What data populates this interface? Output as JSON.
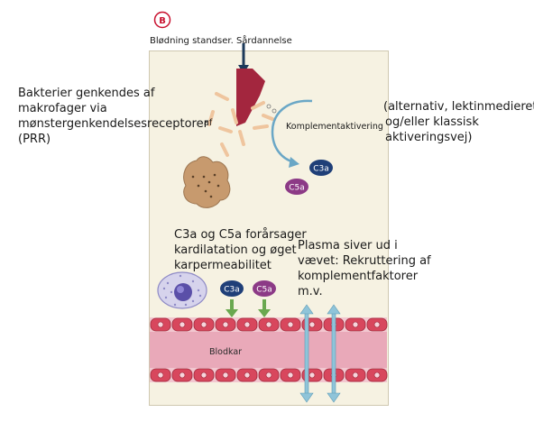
{
  "figure": {
    "panel_letter": "B",
    "title": "Blødning standser. Sårdannelse",
    "labels": {
      "bacteria": [
        "Bakterier genkendes af",
        "makrofager via",
        "mønstergenkendelsesreceptorer",
        "(PRR)"
      ],
      "bacteria_fragment": "af",
      "complement_activation": "Komplementaktivering",
      "pathways": [
        "(alternativ, lektinmedieret,",
        "og/eller klassisk",
        "aktiveringsvej)"
      ],
      "c3a_c5a_effect": [
        "C3a og C5a forårsager",
        "kardilatation og øget",
        "karpermeabilitet"
      ],
      "plasma": [
        "Plasma siver ud i",
        "vævet: Rekruttering af",
        "komplementfaktorer",
        "m.v."
      ],
      "blood_vessel": "Blodkar"
    },
    "molecules": {
      "c3a": "C3a",
      "c5a": "C5a"
    },
    "colors": {
      "background": "#f6f2e2",
      "wound": "#a3263e",
      "c3a": "#1f3f78",
      "c5a": "#8c3a86",
      "vessel_lumen": "#e9a9b9",
      "endothelial": "#d8475d",
      "arrow_green": "#6aa84f",
      "arrow_blue": "#8fc4d9",
      "macrophage": "#c79a6e",
      "neutrophil": "#8e8ac6"
    }
  }
}
